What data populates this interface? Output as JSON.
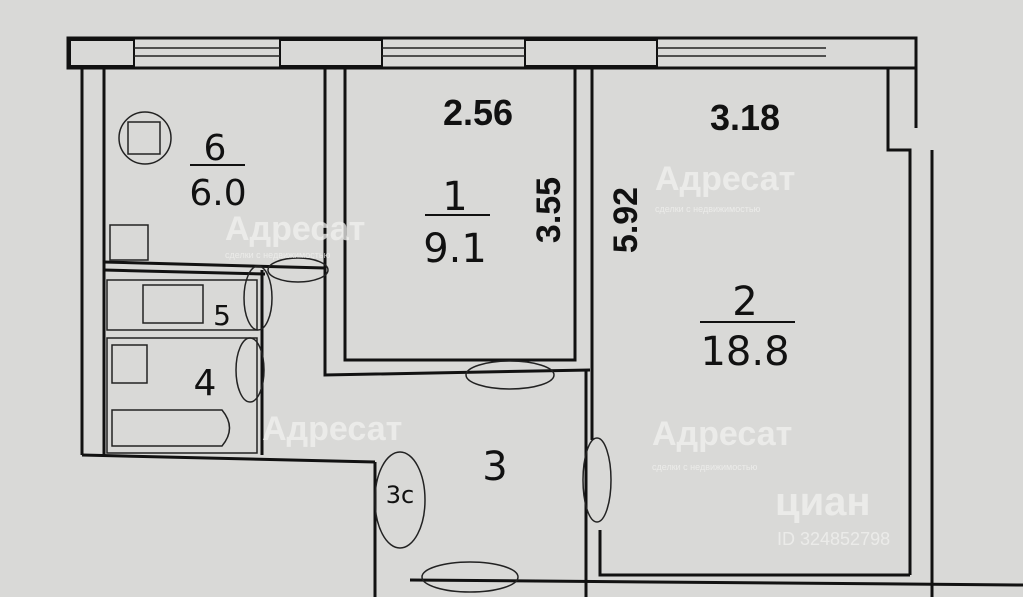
{
  "rooms": [
    {
      "number": "6",
      "area": "6.0"
    },
    {
      "number": "1",
      "area": "9.1"
    },
    {
      "number": "2",
      "area": "18.8"
    },
    {
      "number": "3"
    },
    {
      "number": "4"
    },
    {
      "number": "5"
    },
    {
      "number": "3с"
    }
  ],
  "dimensions": {
    "room1_width": "2.56",
    "room1_length": "3.55",
    "room2_width": "3.18",
    "room2_length": "5.92"
  },
  "watermarks": {
    "brand": "Адресат",
    "brand_tagline": "сделки с недвижимостью",
    "portal": "циан",
    "listing_id": "ID 324852798"
  },
  "colors": {
    "background": "#d9d9d7",
    "lines": "#111111",
    "watermark": "#f2f2f0"
  }
}
